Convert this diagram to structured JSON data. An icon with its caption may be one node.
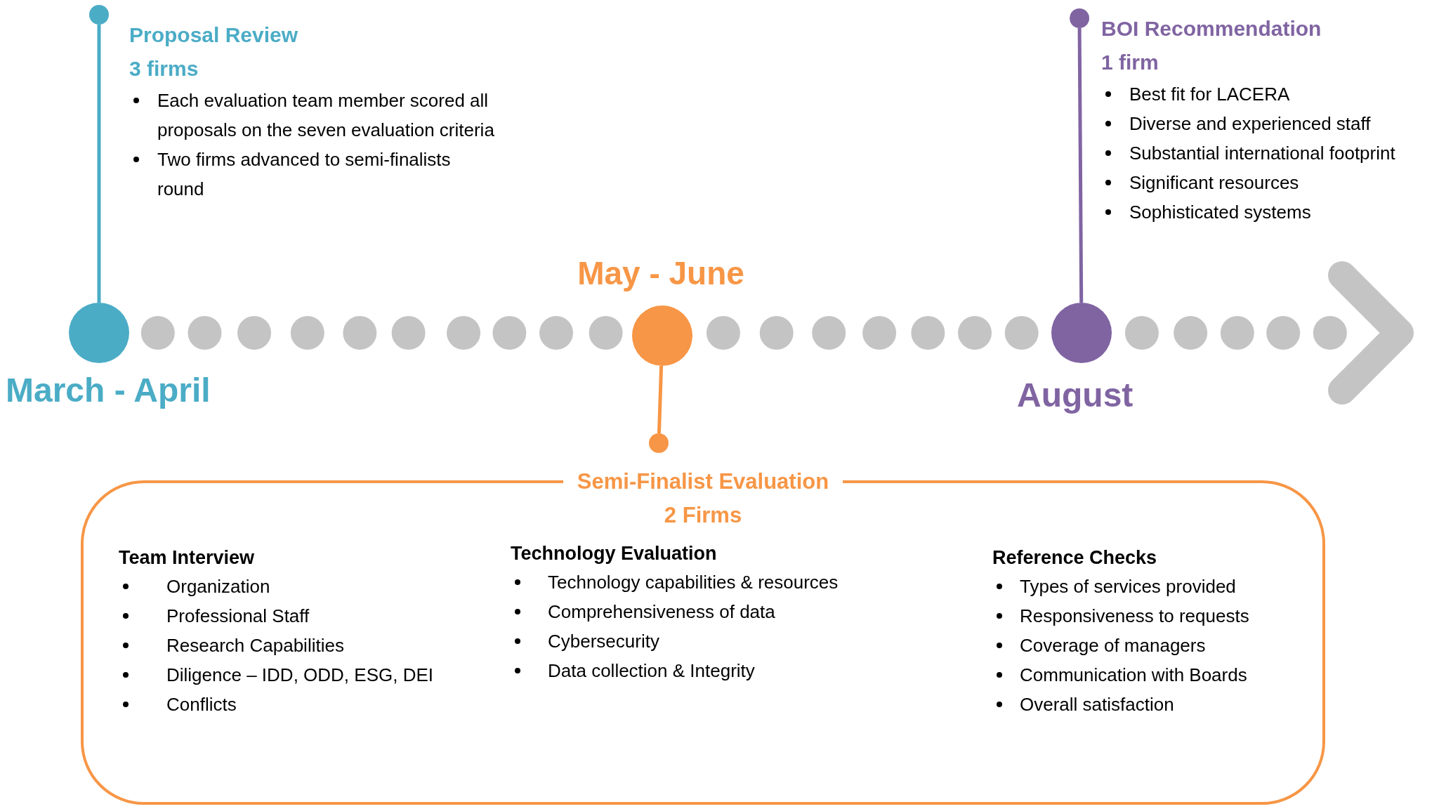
{
  "diagram": {
    "nodes": [
      {
        "text": [],
        "shape": "circle",
        "beside": [
          "Proposal Review",
          "3 firms",
          "Each evaluation team member scored all proposals on the seven evaluation criteria",
          "Two firms advanced to semi-finalists round"
        ]
      },
      {
        "text": [],
        "shape": "circle",
        "beside": [
          "March - April"
        ]
      },
      {
        "text": [],
        "shape": "circle",
        "beside": [
          "BOI Recommendation",
          "1 firm",
          "Best fit for LACERA",
          "Diverse and experienced staff",
          "Substantial international footprint",
          "Significant resources",
          "Sophisticated systems"
        ]
      },
      {
        "text": [],
        "shape": "circle",
        "beside": [
          "August"
        ]
      },
      {
        "text": [],
        "shape": "circle",
        "beside": [
          "May - June"
        ]
      },
      {
        "text": [],
        "shape": "circle"
      },
      {
        "text": [
          "Semi-Finalist Evaluation",
          "2 Firms"
        ]
      },
      {
        "text": [
          "Team Interview",
          "Organization",
          "Professional Staff",
          "Research Capabilities",
          "Diligence – IDD, ODD, ESG, DEI",
          "Conflicts"
        ],
        "in": 6
      },
      {
        "text": [
          "Technology Evaluation",
          "Technology capabilities & resources",
          "Comprehensiveness of data",
          "Cybersecurity",
          "Data collection & Integrity"
        ],
        "in": 6
      },
      {
        "text": [
          "Reference Checks",
          "Types of services provided",
          "Responsiveness to requests",
          "Coverage of managers",
          "Communication with Boards",
          "Overall satisfaction"
        ],
        "in": 6
      }
    ],
    "edges": [
      {
        "from": 0,
        "to": 1,
        "arrow": "none",
        "color": "#4bacc6"
      },
      {
        "from": 2,
        "to": 3,
        "arrow": "none",
        "color": "#8064a2"
      },
      {
        "from": 4,
        "to": 5,
        "arrow": "none",
        "color": "#f79646"
      }
    ]
  }
}
